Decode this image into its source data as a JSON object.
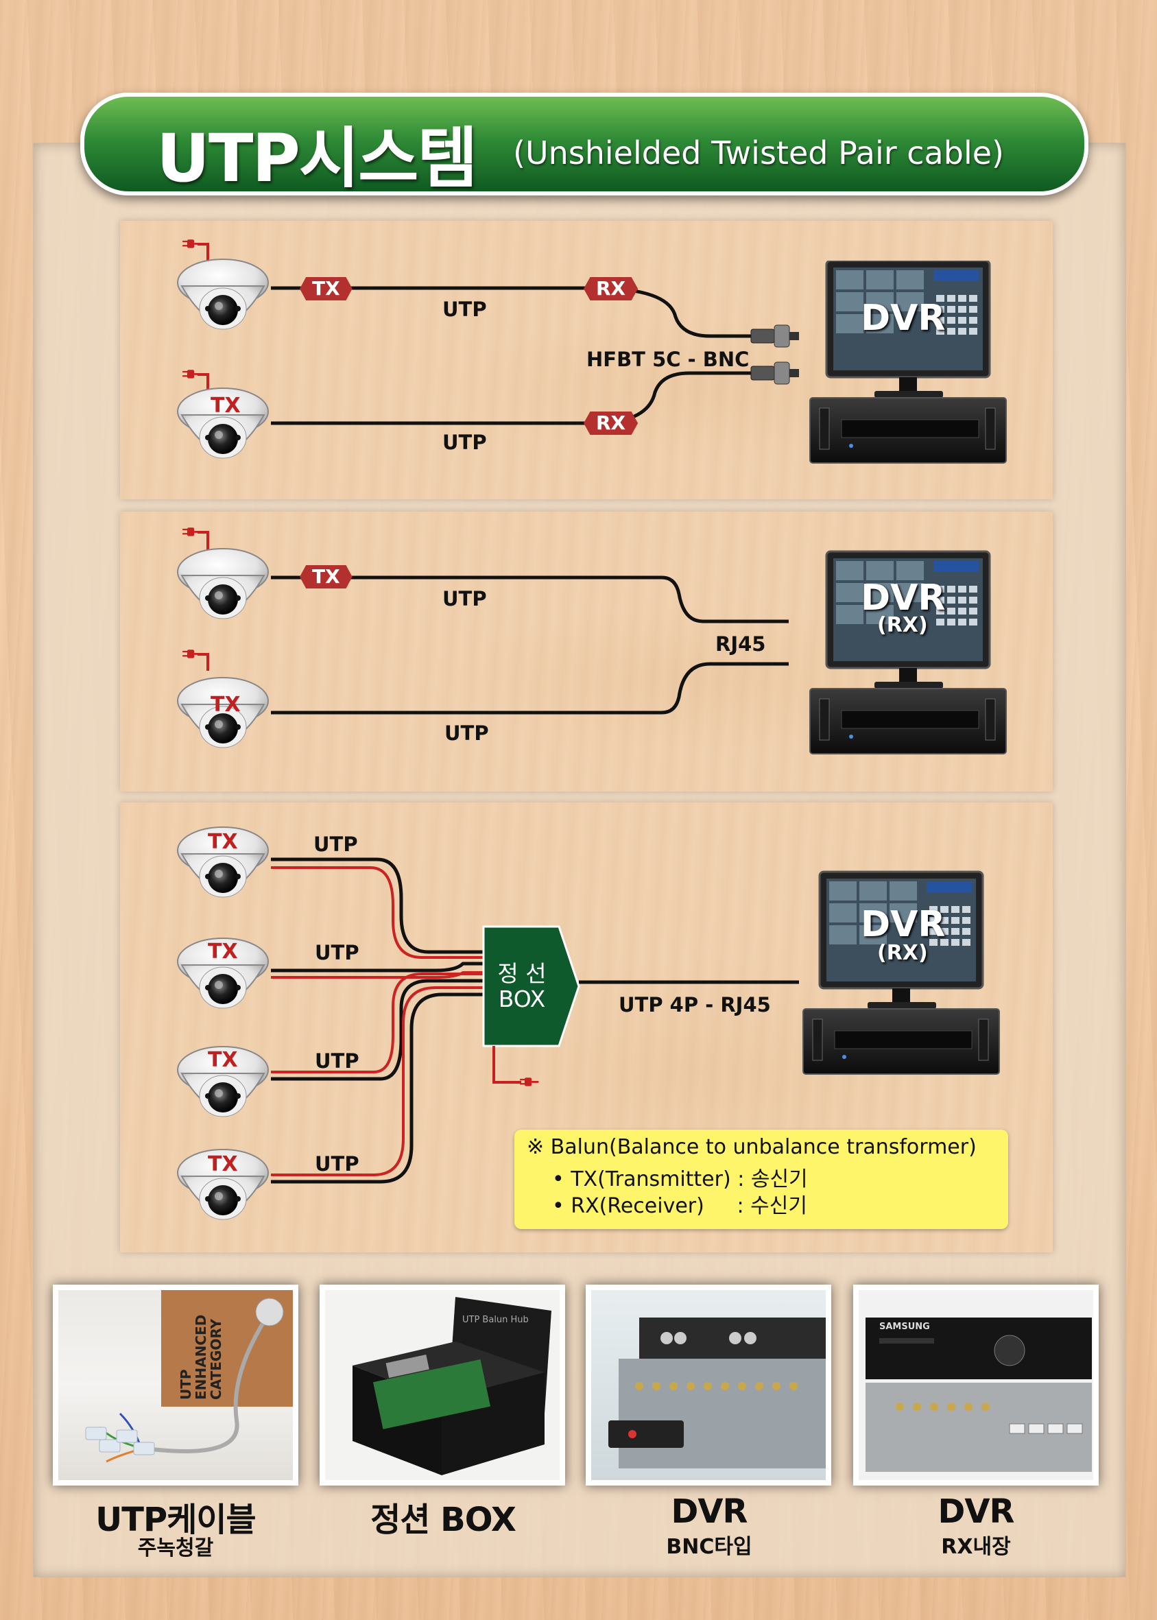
{
  "title": {
    "main": "UTP시스템",
    "sub": "(Unshielded Twisted Pair cable)"
  },
  "panel1": {
    "tx_tag": "TX",
    "rx_tag_top": "RX",
    "rx_tag_bottom": "RX",
    "cam_tx": "TX",
    "utp_top": "UTP",
    "utp_bottom": "UTP",
    "connector": "HFBT 5C - BNC",
    "dvr": "DVR"
  },
  "panel2": {
    "tx_tag": "TX",
    "cam_tx": "TX",
    "utp_top": "UTP",
    "utp_bottom": "UTP",
    "connector": "RJ45",
    "dvr": "DVR",
    "dvr_rx": "(RX)"
  },
  "panel3": {
    "cameras": [
      {
        "tx": "TX",
        "utp": "UTP"
      },
      {
        "tx": "TX",
        "utp": "UTP"
      },
      {
        "tx": "TX",
        "utp": "UTP"
      },
      {
        "tx": "TX",
        "utp": "UTP"
      }
    ],
    "box_line1": "정 선",
    "box_line2": "BOX",
    "trunk": "UTP 4P - RJ45",
    "dvr": "DVR",
    "dvr_rx": "(RX)",
    "note": {
      "line1": "※ Balun(Balance to unbalance transformer)",
      "line2": "• TX(Transmitter) : 송신기",
      "line3": "• RX(Receiver)     : 수신기"
    }
  },
  "photos": [
    {
      "caption": "UTP케이블",
      "sub": "주녹청갈",
      "box_text": [
        "UTP",
        "ENHANCED",
        "CATEGORY"
      ]
    },
    {
      "caption": "정션 BOX",
      "sub": "",
      "box_text": [
        "UTP Balun Hub"
      ]
    },
    {
      "caption": "DVR",
      "sub": "BNC타입"
    },
    {
      "caption": "DVR",
      "sub": "RX내장",
      "brand": "SAMSUNG"
    }
  ],
  "brand": "SAMSUNG",
  "colors": {
    "banner_green": "#2f8b36",
    "tag_red": "#b3302e",
    "box_green": "#0f5a2c",
    "note_yellow": "#fff56a",
    "cable_black": "#111111",
    "cable_red": "#cc2222"
  },
  "icons": [
    "power-plug-icon",
    "dome-camera-icon",
    "bnc-connector-icon",
    "dvr-monitor-icon",
    "dvr-recorder-icon"
  ]
}
